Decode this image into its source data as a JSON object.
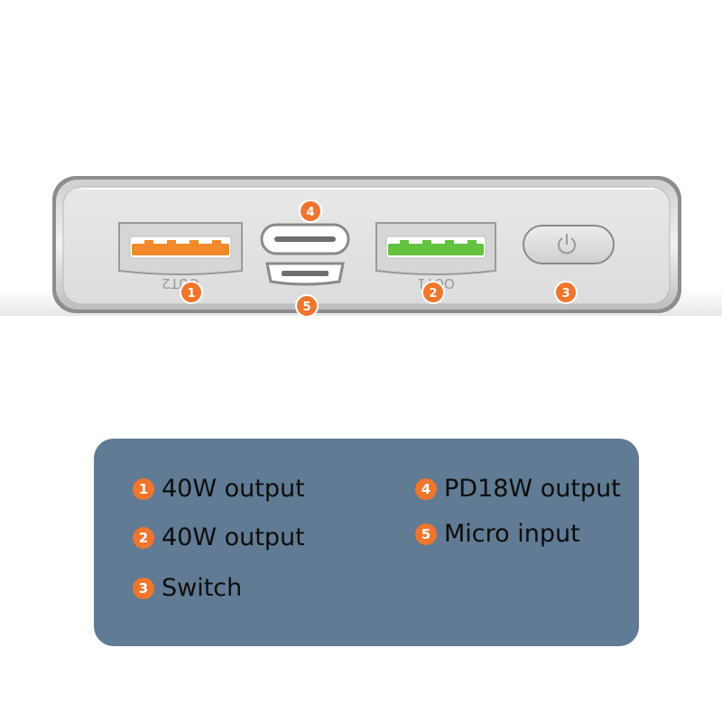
{
  "port_labels": {
    "out2": "OUT2",
    "out1": "OUT1"
  },
  "markers": [
    "1",
    "2",
    "3",
    "4",
    "5"
  ],
  "legend": [
    {
      "num": "1",
      "text": "40W output"
    },
    {
      "num": "2",
      "text": "40W output"
    },
    {
      "num": "3",
      "text": "Switch"
    },
    {
      "num": "4",
      "text": "PD18W output"
    },
    {
      "num": "5",
      "text": "Micro input"
    }
  ],
  "colors": {
    "badge": "#f0752d",
    "out2_tongue": "#f08a2a",
    "out1_tongue": "#63c23f",
    "legend_panel": "#607b93"
  }
}
